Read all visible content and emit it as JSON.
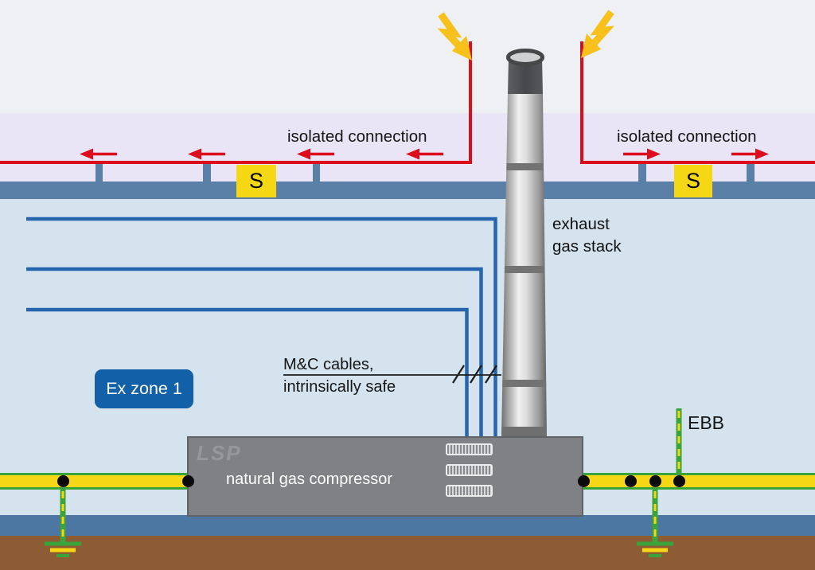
{
  "labels": {
    "isolated_connection_left": "isolated connection",
    "isolated_connection_right": "isolated connection",
    "spark_gap_left": "S",
    "spark_gap_right": "S",
    "exhaust_stack_line1": "exhaust",
    "exhaust_stack_line2": "gas stack",
    "mc_cables_line1": "M&C cables,",
    "mc_cables_line2": "intrinsically safe",
    "ex_zone_badge": "Ex zone 1",
    "compressor_label": "natural gas compressor",
    "compressor_watermark": "LSP",
    "ebb_label": "EBB"
  },
  "colors": {
    "sky_top": "#eef0f3",
    "lavender_band": "#e9e5f6",
    "structure_blue": "#5b80a8",
    "main_background": "#d5e3ef",
    "floor_band": "#4c77a2",
    "earth_brown": "#8d5c35",
    "lightning_conductor_red": "#dc0d1d",
    "lightning_bolt_yellow": "#f8c01a",
    "marker_yellow": "#f6d713",
    "cable_blue": "#2665ad",
    "protective_earth_green": "#3aa33a",
    "ex_zone_badge_blue": "#1261a8",
    "compressor_grey": "#7f8184"
  }
}
